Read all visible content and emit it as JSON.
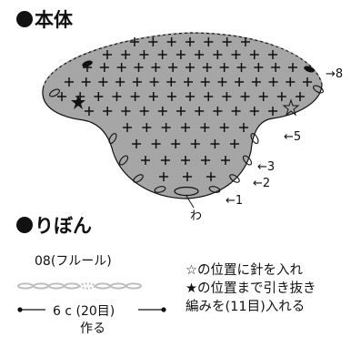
{
  "section_body": {
    "title": "本体"
  },
  "section_ribbon": {
    "title": "りぼん"
  },
  "row_labels": {
    "r1": "←1",
    "r2": "←2",
    "r3": "←3",
    "r5": "←5",
    "r8": "→8"
  },
  "ring_label": "わ",
  "ribbon": {
    "color_label": "08(フルール)",
    "chain_label": "6 c (20目)",
    "make_label": "作る"
  },
  "instructions": [
    "☆の位置に針を入れ",
    "★の位置まで引き抜き",
    "編みを(11目)入れる"
  ],
  "colors": {
    "fill": "#a6a6a6",
    "ink": "#111111",
    "chain": "#bdbdbd"
  }
}
